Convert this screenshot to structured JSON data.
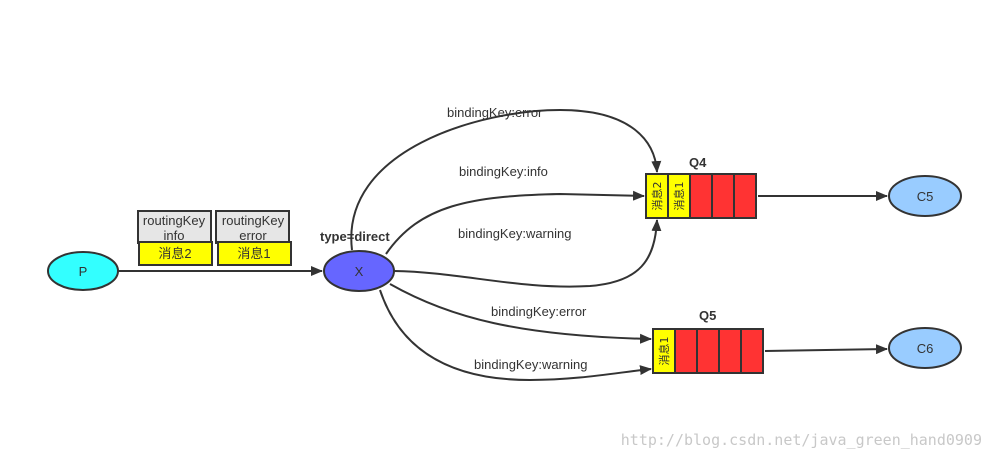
{
  "diagram": {
    "producer": {
      "label": "P",
      "color": "#33ffff"
    },
    "exchange": {
      "label": "X",
      "type_label": "type=direct",
      "color": "#6666ff"
    },
    "messages": [
      {
        "header": [
          "routingKey",
          "info"
        ],
        "body": "消息2"
      },
      {
        "header": [
          "routingKey",
          "error"
        ],
        "body": "消息1"
      }
    ],
    "bindings": {
      "q4_error": "bindingKey:error",
      "q4_info": "bindingKey:info",
      "q4_warning": "bindingKey:warning",
      "q5_error": "bindingKey:error",
      "q5_warning": "bindingKey:warning"
    },
    "queues": [
      {
        "name": "Q4",
        "messages": [
          "消息2",
          "消息1"
        ],
        "empty_slots": 3
      },
      {
        "name": "Q5",
        "messages": [
          "消息1"
        ],
        "empty_slots": 4
      }
    ],
    "consumers": [
      {
        "label": "C5",
        "color": "#99ccff"
      },
      {
        "label": "C6",
        "color": "#99ccff"
      }
    ],
    "colors": {
      "message": "#ffff00",
      "slot": "#ff3333",
      "header": "#e6e6e6",
      "edge": "#333333"
    },
    "watermark": "http://blog.csdn.net/java_green_hand0909"
  }
}
